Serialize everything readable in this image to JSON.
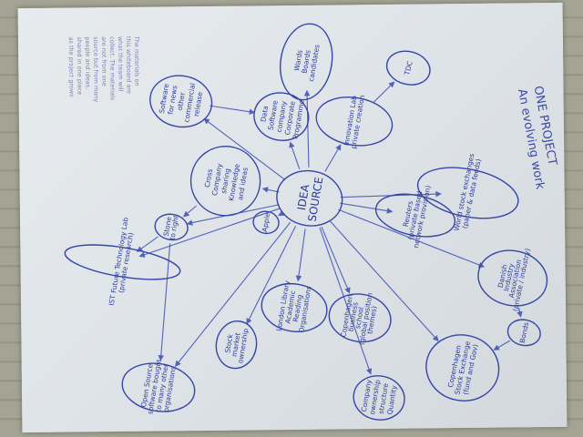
{
  "title": {
    "line1": "ONE PROJECT",
    "line2": "An evolving work"
  },
  "side_notes": [
    "The materials on",
    "this whiteboard are",
    "what the team will",
    "collect. The materials",
    "are not from one",
    "source but from many",
    "people and ideas,",
    "shared in one place",
    "as the project grows"
  ],
  "hub": {
    "lines": [
      "IDEA",
      "SOURCE"
    ]
  },
  "nodes": [
    {
      "id": "tdc",
      "lines": [
        "TDC"
      ]
    },
    {
      "id": "wards",
      "lines": [
        "Wards",
        "Boards",
        "candidates"
      ]
    },
    {
      "id": "innovation-lab",
      "lines": [
        "Innovation Lab",
        "private creation"
      ]
    },
    {
      "id": "software-comm",
      "lines": [
        "Software",
        "for news",
        "other",
        "commercial",
        "release"
      ]
    },
    {
      "id": "data-software",
      "lines": [
        "Data",
        "Software",
        "company",
        "Corporate",
        "Programme"
      ]
    },
    {
      "id": "world-stock",
      "lines": [
        "World stock exchanges",
        "(paper & data feeds)"
      ]
    },
    {
      "id": "reuters",
      "lines": [
        "Reuters",
        "(private based",
        "network provision)"
      ]
    },
    {
      "id": "cross-comm",
      "lines": [
        "Cross",
        "Company",
        "sharing",
        "Knowledge",
        "and ideas"
      ]
    },
    {
      "id": "ist-future",
      "lines": [
        "IST Future Technology Lab",
        "(private research)"
      ]
    },
    {
      "id": "stone-to-right",
      "lines": [
        "Stone",
        "to right"
      ]
    },
    {
      "id": "apple",
      "lines": [
        "Apple"
      ]
    },
    {
      "id": "london-library",
      "lines": [
        "London Library",
        "Academic",
        "Reading",
        "Organisations"
      ]
    },
    {
      "id": "copenhagen-biz",
      "lines": [
        "Copenhagen",
        "business",
        "school",
        "(global position",
        "themes)"
      ]
    },
    {
      "id": "danish",
      "lines": [
        "Danish",
        "Industry",
        "Association",
        "(private / industry)"
      ]
    },
    {
      "id": "bonds",
      "lines": [
        "Bonds"
      ]
    },
    {
      "id": "copenhagen-stock",
      "lines": [
        "Copenhagen",
        "Stock Exchange",
        "(fund and Gov)"
      ]
    },
    {
      "id": "company-ownership",
      "lines": [
        "Company",
        "ownership",
        "structure",
        "Quantity"
      ]
    },
    {
      "id": "open-source",
      "lines": [
        "Open Source",
        "software bought",
        "to many other",
        "organisations"
      ]
    },
    {
      "id": "stock-market",
      "lines": [
        "Stock",
        "market",
        "ownership"
      ]
    }
  ]
}
